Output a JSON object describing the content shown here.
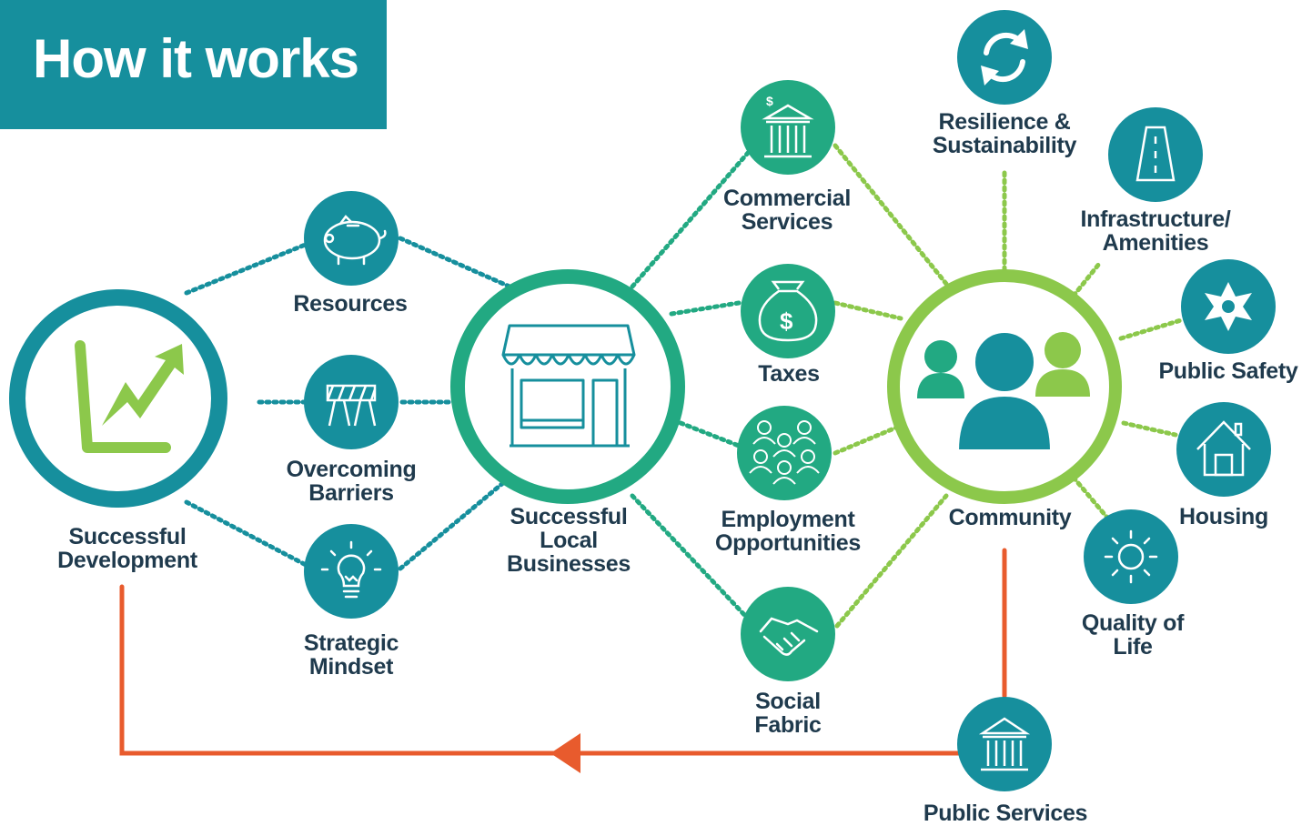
{
  "header": {
    "title": "How it works"
  },
  "colors": {
    "teal": "#168f9d",
    "green": "#22a982",
    "lime": "#8cc84b",
    "orange": "#e85b2d",
    "label": "#1f3a4d"
  },
  "nodes": {
    "successful_development": {
      "label": "Successful\nDevelopment",
      "icon": "growth-chart-icon"
    },
    "resources": {
      "label": "Resources",
      "icon": "piggy-bank-icon"
    },
    "overcoming_barriers": {
      "label": "Overcoming\nBarriers",
      "icon": "barrier-icon"
    },
    "strategic_mindset": {
      "label": "Strategic\nMindset",
      "icon": "lightbulb-icon"
    },
    "successful_local_businesses": {
      "label": "Successful\nLocal\nBusinesses",
      "icon": "storefront-icon"
    },
    "commercial_services": {
      "label": "Commercial\nServices",
      "icon": "bank-dollar-icon"
    },
    "taxes": {
      "label": "Taxes",
      "icon": "money-bag-icon"
    },
    "employment_opportunities": {
      "label": "Employment\nOpportunities",
      "icon": "people-group-icon"
    },
    "social_fabric": {
      "label": "Social\nFabric",
      "icon": "handshake-icon"
    },
    "community": {
      "label": "Community",
      "icon": "people-icon"
    },
    "resilience_sustainability": {
      "label": "Resilience &\nSustainability",
      "icon": "recycle-arrows-icon"
    },
    "infrastructure_amenities": {
      "label": "Infrastructure/\nAmenities",
      "icon": "road-icon"
    },
    "public_safety": {
      "label": "Public Safety",
      "icon": "sheriff-star-icon"
    },
    "housing": {
      "label": "Housing",
      "icon": "house-icon"
    },
    "quality_of_life": {
      "label": "Quality of\nLife",
      "icon": "sun-icon"
    },
    "public_services": {
      "label": "Public Services",
      "icon": "government-building-icon"
    }
  }
}
